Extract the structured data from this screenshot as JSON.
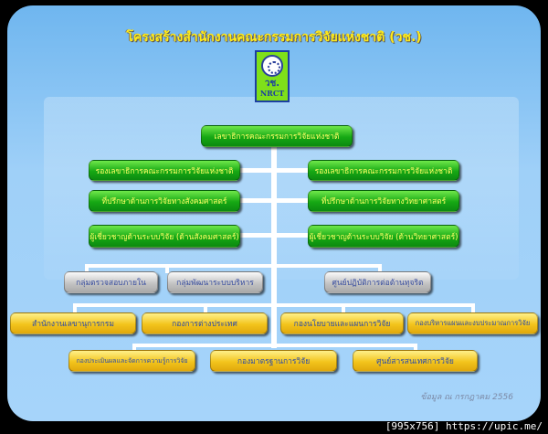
{
  "title": "โครงสร้างสำนักงานคณะกรรมการวิจัยแห่งชาติ (วช.)",
  "logo": {
    "abbr_th": "วช.",
    "abbr_en": "NRCT"
  },
  "top": "เลขาธิการคณะกรรมการวิจัยแห่งชาติ",
  "deputies": [
    "รองเลขาธิการคณะกรรมการวิจัยแห่งชาติ",
    "รองเลขาธิการคณะกรรมการวิจัยแห่งชาติ"
  ],
  "advisors": [
    "ที่ปรึกษาด้านการวิจัยทางสังคมศาสตร์",
    "ที่ปรึกษาด้านการวิจัยทางวิทยาศาสตร์"
  ],
  "experts": [
    "ผู้เชี่ยวชาญด้านระบบวิจัย (ด้านสังคมศาสตร์)",
    "ผู้เชี่ยวชาญด้านระบบวิจัย (ด้านวิทยาศาสตร์)"
  ],
  "groups": [
    "กลุ่มตรวจสอบภายใน",
    "กลุ่มพัฒนาระบบบริหาร",
    "ศูนย์ปฏิบัติการต่อต้านทุจริต"
  ],
  "divisions1": [
    "สำนักงานเลขานุการกรม",
    "กองการต่างประเทศ",
    "กองนโยบายและแผนการวิจัย",
    "กองบริหารแผนและงบประมาณการวิจัย"
  ],
  "divisions2": [
    "กองประเมินผลและจัดการความรู้การวิจัย",
    "กองมาตรฐานการวิจัย",
    "ศูนย์สารสนเทศการวิจัย"
  ],
  "date": "ข้อมูล ณ กรกฎาคม 2556",
  "watermark": "[995x756] https://upic.me/",
  "colors": {
    "executive": "#16a814",
    "group": "#c4c4c4",
    "division": "#f3c41c",
    "background": "#9fd0f8"
  }
}
